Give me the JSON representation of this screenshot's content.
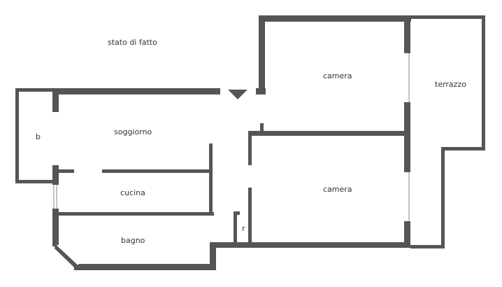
{
  "plan": {
    "title": "stato di fatto",
    "rooms": {
      "balcony": "b",
      "living": "soggiorno",
      "kitchen": "cucina",
      "bathroom": "bagno",
      "bedroom_upper": "camera",
      "bedroom_lower": "camera",
      "terrace": "terrazzo",
      "closet": "r"
    },
    "colors": {
      "wall": "#555555",
      "thin_line": "#888888",
      "text": "#333333",
      "background": "#ffffff"
    },
    "icons": {
      "entrance": "entrance-triangle-icon"
    }
  }
}
